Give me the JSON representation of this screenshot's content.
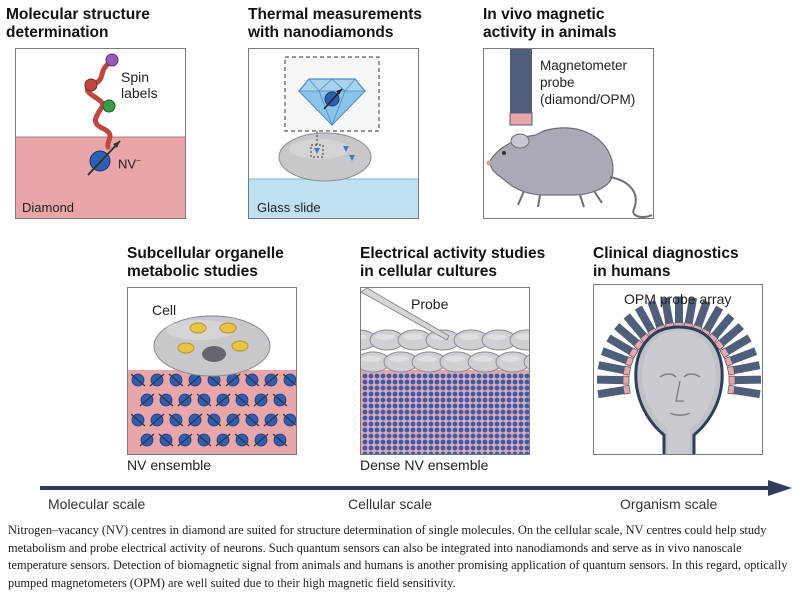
{
  "panels": {
    "molecular": {
      "title_lines": [
        "Molecular structure",
        "determination"
      ],
      "spin_label": [
        "Spin",
        "labels"
      ],
      "nv_label": "NV",
      "nv_sup": "−",
      "substrate_label": "Diamond"
    },
    "thermal": {
      "title_lines": [
        "Thermal measurements",
        "with nanodiamonds"
      ],
      "substrate_label": "Glass slide"
    },
    "invivo": {
      "title_lines": [
        "In vivo magnetic",
        "activity in animals"
      ],
      "probe_label": [
        "Magnetometer",
        "probe",
        "(diamond/OPM)"
      ]
    },
    "subcellular": {
      "title_lines": [
        "Subcellular organelle",
        "metabolic studies"
      ],
      "cell_label": "Cell",
      "bottom_label": "NV ensemble"
    },
    "electrical": {
      "title_lines": [
        "Electrical activity studies",
        "in cellular cultures"
      ],
      "probe_label": "Probe",
      "bottom_label": "Dense NV ensemble"
    },
    "clinical": {
      "title_lines": [
        "Clinical diagnostics",
        "in humans"
      ],
      "array_label": "OPM probe array"
    }
  },
  "scale_axis": {
    "left": "Molecular scale",
    "middle": "Cellular scale",
    "right": "Organism scale"
  },
  "caption": "Nitrogen–vacancy (NV) centres in diamond are suited for structure determination of single molecules. On the cellular scale, NV centres could help study metabolism and probe electrical activity of neurons. Such quantum sensors can also be integrated into nanodiamonds and serve as in vivo nanoscale temperature sensors. Detection of biomagnetic signal from animals and humans is another promising application of quantum sensors. In this regard, optically pumped magnetometers (OPM) are well suited due to their high magnetic field sensitivity.",
  "colors": {
    "diamond_pink": "#e8a6a8",
    "glass_blue": "#bfe2f3",
    "nv_blue": "#2f5fb5",
    "axis_navy": "#2e3d5c",
    "probe_slate": "#4f5f7a"
  }
}
